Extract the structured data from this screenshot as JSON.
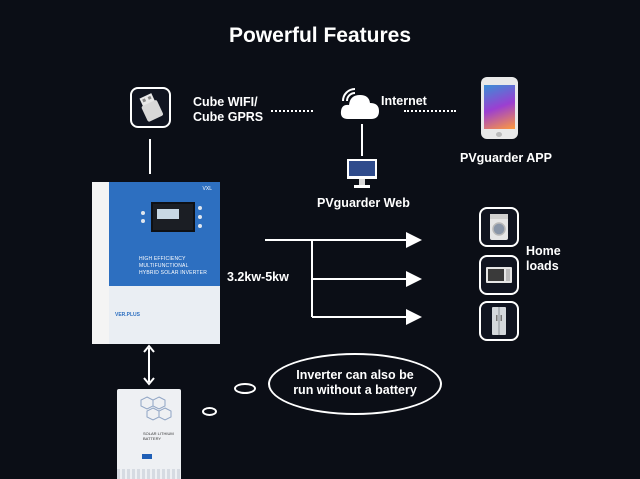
{
  "title": "Powerful Features",
  "connectivity": {
    "module_label_line1": "Cube WIFI/",
    "module_label_line2": "Cube GPRS",
    "internet_label": "Internet",
    "web_label": "PVguarder Web",
    "app_label": "PVguarder APP"
  },
  "inverter": {
    "brand": "VXL",
    "model_text_line1": "HIGH EFFICIENCY MULTIFUNCTIONAL",
    "model_text_line2": "HYBRID SOLAR INVERTER",
    "version": "VER.PLUS",
    "power_label": "3.2kw-5kw"
  },
  "loads": {
    "label_line1": "Home",
    "label_line2": "loads",
    "icons": [
      "washing-machine-icon",
      "microwave-icon",
      "refrigerator-icon"
    ]
  },
  "battery": {
    "label_line1": "SOLAR LITHIUM",
    "label_line2": "BATTERY",
    "note_line1": "Inverter can also be",
    "note_line2": "run without a battery"
  },
  "colors": {
    "background": "#0b0e16",
    "inverter_blue": "#2d6fc0",
    "foreground": "#ffffff"
  }
}
